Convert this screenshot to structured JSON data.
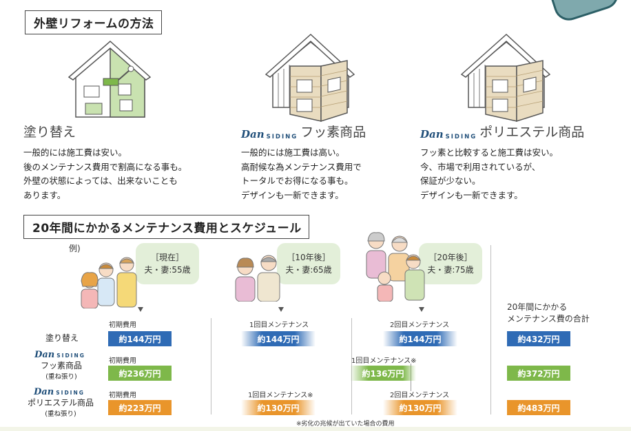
{
  "section1": {
    "title": "外壁リフォームの方法"
  },
  "methods": [
    {
      "name": "塗り替え",
      "brand": "",
      "brand_sub": "",
      "suffix": "",
      "lines": [
        "一般的には施工費は安い。",
        "後のメンテナンス費用で割高になる事も。",
        "外壁の状態によっては、出来ないことも",
        "あります。"
      ]
    },
    {
      "name": "",
      "brand": "Dan",
      "brand_sub": "SIDING",
      "suffix": "フッ素商品",
      "lines": [
        "一般的には施工費は高い。",
        "高耐候な為メンテナンス費用で",
        "トータルでお得になる事も。",
        "デザインも一新できます。"
      ]
    },
    {
      "name": "",
      "brand": "Dan",
      "brand_sub": "SIDING",
      "suffix": "ポリエステル商品",
      "lines": [
        "フッ素と比較すると施工費は安い。",
        "今、市場で利用されているが、",
        "保証が少ない。",
        "デザインも一新できます。"
      ]
    }
  ],
  "section2": {
    "title": "20年間にかかるメンテナンス費用とスケジュール"
  },
  "example_label": "例)",
  "stages": [
    {
      "when": "［現在］",
      "ages": "夫・妻:55歳"
    },
    {
      "when": "［10年後］",
      "ages": "夫・妻:65歳"
    },
    {
      "when": "［20年後］",
      "ages": "夫・妻:75歳"
    }
  ],
  "total_heading": [
    "20年間にかかる",
    "メンテナンス費の合計"
  ],
  "rows": [
    {
      "name": "塗り替え",
      "brand": "",
      "brand_sub": "",
      "sub": "",
      "initial_label": "初期費用",
      "initial": "約144万円",
      "m1_label": "1回目メンテナンス",
      "m1": "約144万円",
      "m2_label": "2回目メンテナンス",
      "m2": "約144万円",
      "total": "約432万円",
      "color": "#2f6bb5"
    },
    {
      "name": "フッ素商品",
      "brand": "Dan",
      "brand_sub": "SIDING",
      "sub": "(重ね張り)",
      "initial_label": "初期費用",
      "initial": "約236万円",
      "m1_label": "1回目メンテナンス※",
      "m1": "約136万円",
      "total": "約372万円",
      "color": "#7eb84a"
    },
    {
      "name": "ポリエステル商品",
      "brand": "Dan",
      "brand_sub": "SIDING",
      "sub": "(重ね張り)",
      "initial_label": "初期費用",
      "initial": "約223万円",
      "m1_label": "1回目メンテナンス※",
      "m1": "約130万円",
      "m2_label": "2回目メンテナンス",
      "m2": "約130万円",
      "total": "約483万円",
      "color": "#e9952b"
    }
  ],
  "footnote": "※劣化の兆候が出ていた場合の費用"
}
